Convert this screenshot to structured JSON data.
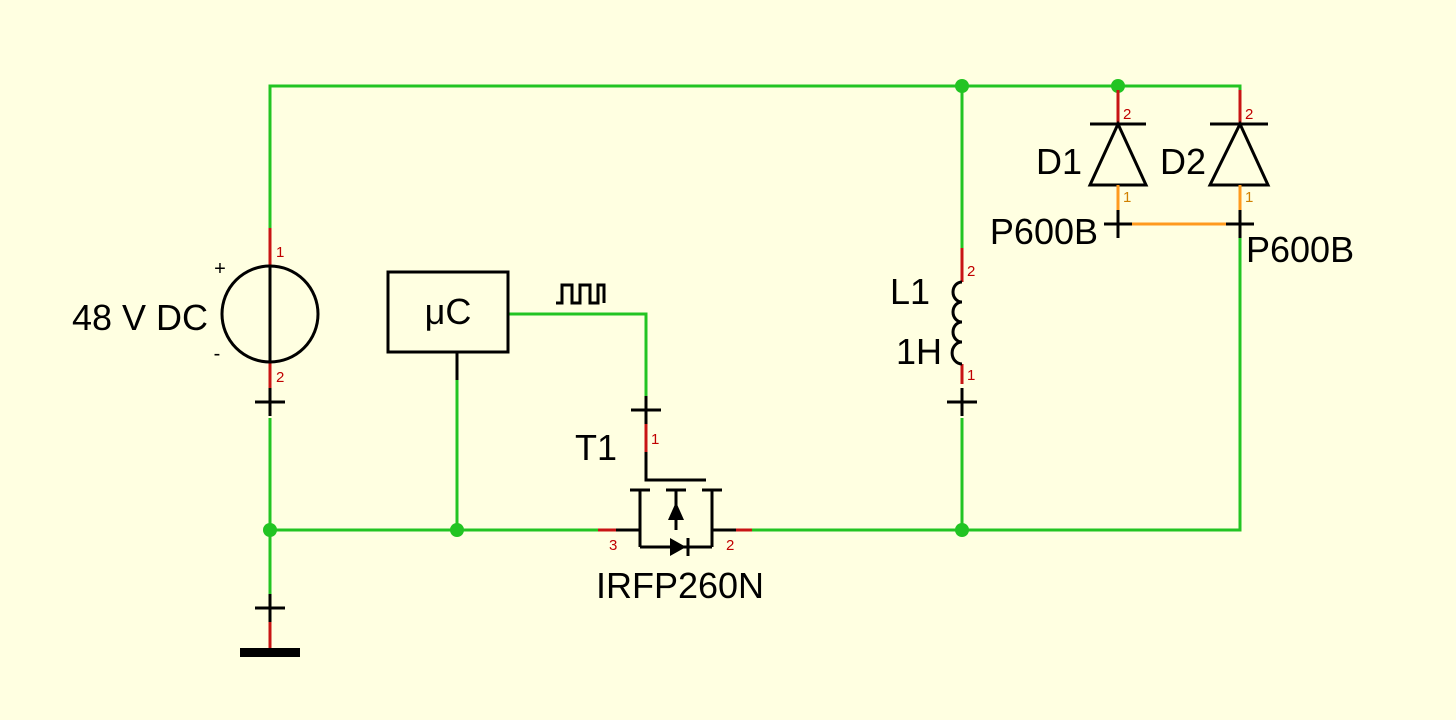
{
  "source": {
    "label": "48 V DC",
    "plus": "+",
    "minus": "-",
    "pin_top": "1",
    "pin_bottom": "2"
  },
  "controller": {
    "label": "μC"
  },
  "transistor": {
    "ref": "T1",
    "part": "IRFP260N",
    "pin_gate": "1",
    "pin_source": "3",
    "pin_drain": "2"
  },
  "inductor": {
    "ref": "L1",
    "value": "1H",
    "pin_top": "2",
    "pin_bottom": "1"
  },
  "diode1": {
    "ref": "D1",
    "part": "P600B",
    "pin_top": "2",
    "pin_bottom": "1"
  },
  "diode2": {
    "ref": "D2",
    "part": "P600B",
    "pin_top": "2",
    "pin_bottom": "1"
  },
  "colors": {
    "background": "#ffffe1",
    "wire": "#22c422",
    "pin": "#c81414",
    "pin_alt": "#ff9a1e",
    "symbol": "#000000"
  }
}
